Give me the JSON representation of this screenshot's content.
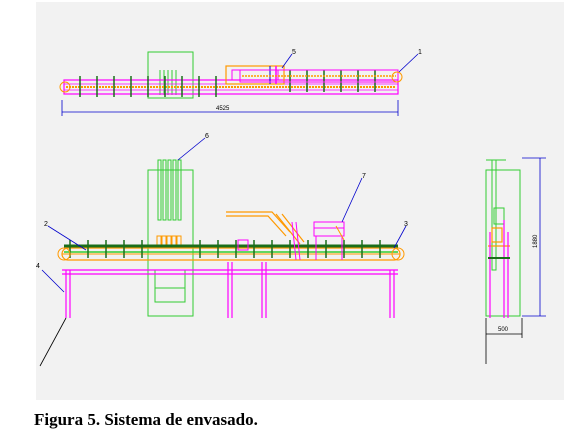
{
  "caption": "Figura 5. Sistema de envasado.",
  "colors": {
    "green": "#33cc33",
    "dark_green": "#1a6e1a",
    "magenta": "#ff00ff",
    "orange": "#ff9900",
    "blue": "#0000cc",
    "background": "#f2f2f2"
  },
  "labels": {
    "n1": "1",
    "n2": "2",
    "n3": "3",
    "n4": "4",
    "n5": "5",
    "n6": "6",
    "n7": "7"
  },
  "dimensions": {
    "length": "4525",
    "height": "1880",
    "width": "500"
  }
}
